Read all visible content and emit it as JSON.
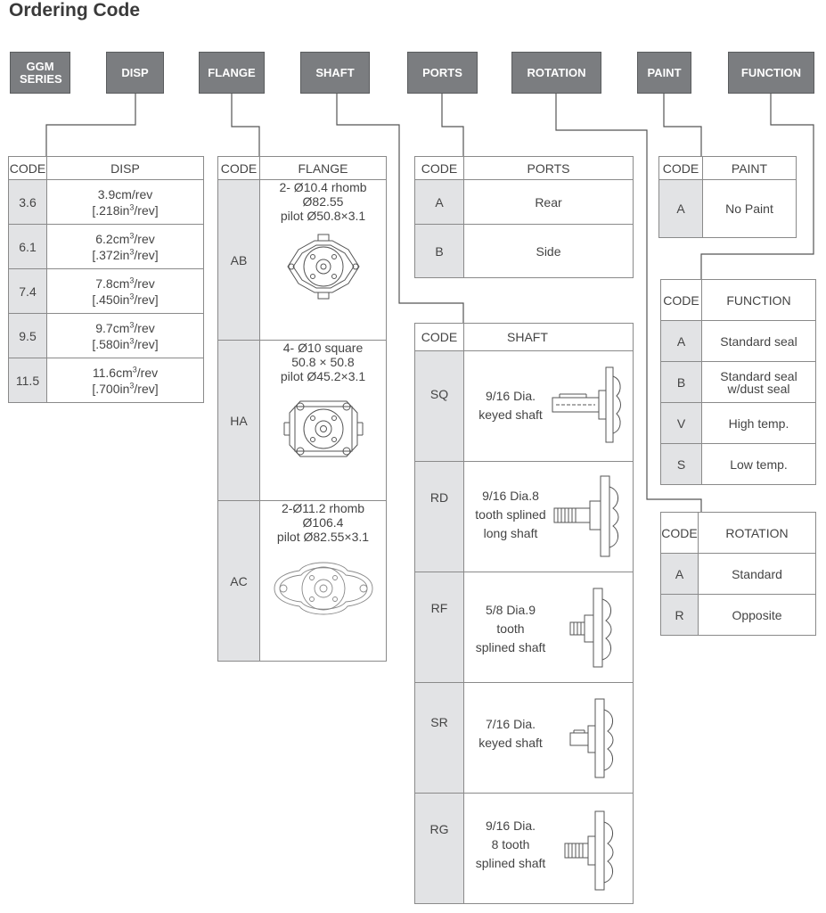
{
  "title": "Ordering Code",
  "headers": {
    "series": "GGM SERIES",
    "disp": "DISP",
    "flange": "FLANGE",
    "shaft": "SHAFT",
    "ports": "PORTS",
    "rotation": "ROTATION",
    "paint": "PAINT",
    "function": "FUNCTION"
  },
  "code_label": "CODE",
  "disp": {
    "title": "DISP",
    "rows": [
      {
        "code": "3.6",
        "line1": "3.9cm/rev",
        "line2a": "[.218in",
        "line2sup": "3",
        "line2b": "/rev]"
      },
      {
        "code": "6.1",
        "line1a": "6.2cm",
        "line1sup": "3",
        "line1b": "/rev",
        "line2a": "[.372in",
        "line2sup": "3",
        "line2b": "/rev]"
      },
      {
        "code": "7.4",
        "line1a": "7.8cm",
        "line1sup": "3",
        "line1b": "/rev",
        "line2a": "[.450in",
        "line2sup": "3",
        "line2b": "/rev]"
      },
      {
        "code": "9.5",
        "line1a": "9.7cm",
        "line1sup": "3",
        "line1b": "/rev",
        "line2a": "[.580in",
        "line2sup": "3",
        "line2b": "/rev]"
      },
      {
        "code": "11.5",
        "line1a": "11.6cm",
        "line1sup": "3",
        "line1b": "/rev",
        "line2a": "[.700in",
        "line2sup": "3",
        "line2b": "/rev]"
      }
    ]
  },
  "flange": {
    "title": "FLANGE",
    "rows": [
      {
        "code": "AB",
        "l1": "2- Ø10.4 rhomb",
        "l2": "Ø82.55",
        "l3": "pilot Ø50.8×3.1"
      },
      {
        "code": "HA",
        "l1": "4- Ø10 square",
        "l2": "50.8 × 50.8",
        "l3": "pilot Ø45.2×3.1"
      },
      {
        "code": "AC",
        "l1": "2-Ø11.2 rhomb",
        "l2": "Ø106.4",
        "l3": "pilot Ø82.55×3.1"
      }
    ]
  },
  "ports": {
    "title": "PORTS",
    "rows": [
      {
        "code": "A",
        "desc": "Rear"
      },
      {
        "code": "B",
        "desc": "Side"
      }
    ]
  },
  "paint": {
    "title": "PAINT",
    "rows": [
      {
        "code": "A",
        "desc": "No Paint"
      }
    ]
  },
  "function": {
    "title": "FUNCTION",
    "rows": [
      {
        "code": "A",
        "l1": "Standard seal",
        "l2": ""
      },
      {
        "code": "B",
        "l1": "Standard seal",
        "l2": "w/dust seal"
      },
      {
        "code": "V",
        "l1": "High temp.",
        "l2": ""
      },
      {
        "code": "S",
        "l1": "Low temp.",
        "l2": ""
      }
    ]
  },
  "rotation": {
    "title": "ROTATION",
    "rows": [
      {
        "code": "A",
        "desc": "Standard"
      },
      {
        "code": "R",
        "desc": "Opposite"
      }
    ]
  },
  "shaft": {
    "title": "SHAFT",
    "rows": [
      {
        "code": "SQ",
        "l1": "9/16 Dia.",
        "l2": "keyed shaft",
        "l3": ""
      },
      {
        "code": "RD",
        "l1": "9/16 Dia.8",
        "l2": "tooth splined",
        "l3": "long shaft"
      },
      {
        "code": "RF",
        "l1": "5/8 Dia.9",
        "l2": "tooth",
        "l3": "splined shaft"
      },
      {
        "code": "SR",
        "l1": "7/16 Dia.",
        "l2": "keyed shaft",
        "l3": ""
      },
      {
        "code": "RG",
        "l1": "9/16 Dia.",
        "l2": "8 tooth",
        "l3": "splined shaft"
      }
    ]
  }
}
